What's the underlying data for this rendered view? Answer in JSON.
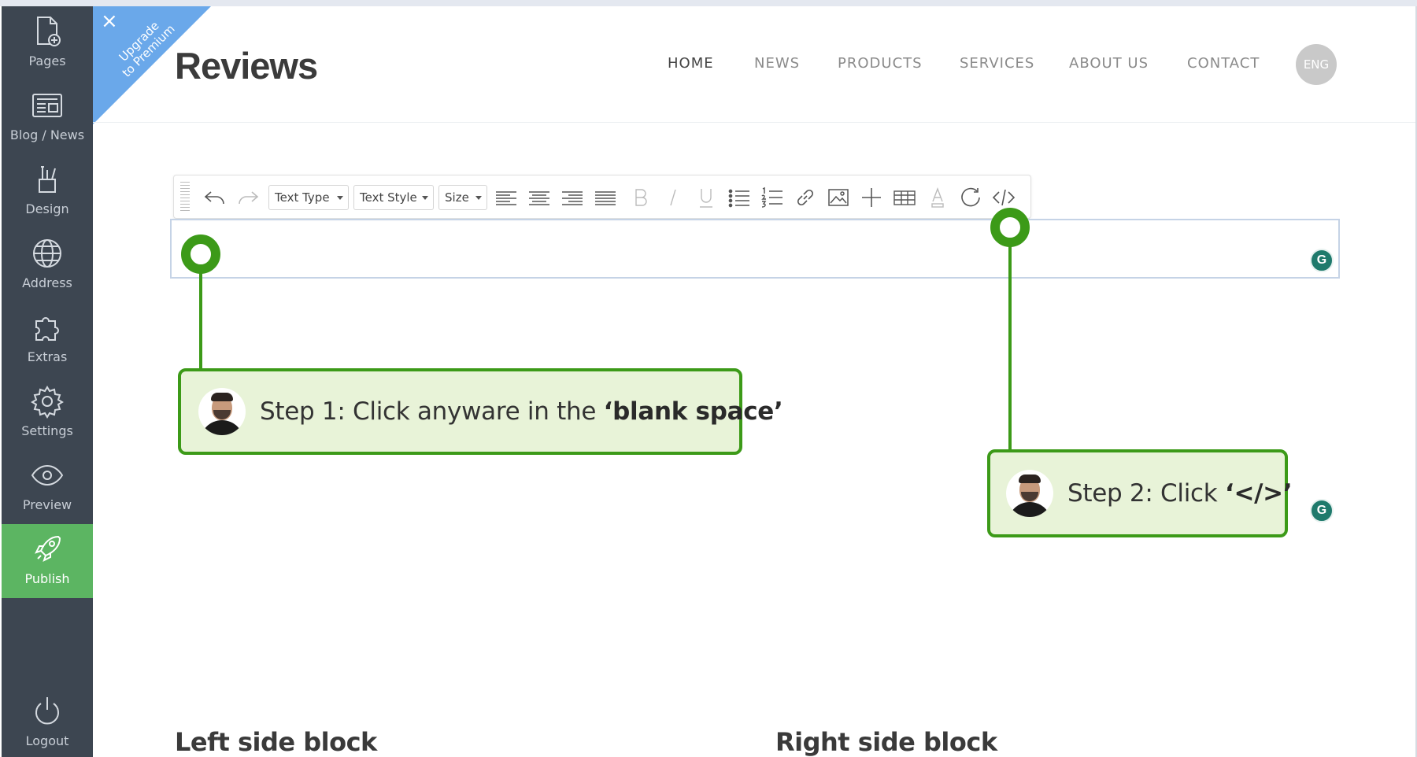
{
  "sidebar": {
    "items": [
      {
        "label": "Pages",
        "icon": "page-add-icon"
      },
      {
        "label": "Blog / News",
        "icon": "newspaper-icon"
      },
      {
        "label": "Design",
        "icon": "brush-icon"
      },
      {
        "label": "Address",
        "icon": "globe-icon"
      },
      {
        "label": "Extras",
        "icon": "puzzle-icon"
      },
      {
        "label": "Settings",
        "icon": "gear-icon"
      },
      {
        "label": "Preview",
        "icon": "eye-icon"
      },
      {
        "label": "Publish",
        "icon": "rocket-icon"
      }
    ],
    "logout": {
      "label": "Logout",
      "icon": "power-icon"
    }
  },
  "ribbon": {
    "line1": "Upgrade",
    "line2": "to Premium",
    "close": "×"
  },
  "page": {
    "title": "Reviews"
  },
  "nav": {
    "items": [
      "HOME",
      "NEWS",
      "PRODUCTS",
      "SERVICES",
      "ABOUT US",
      "CONTACT"
    ],
    "lang": "ENG"
  },
  "toolbar": {
    "text_type": "Text Type",
    "text_style": "Text Style",
    "size": "Size"
  },
  "callouts": {
    "step1_prefix": "Step 1: Click anyware in the ",
    "step1_bold": "‘blank space’",
    "step2_prefix": "Step 2: Click ",
    "step2_bold": "‘</>’"
  },
  "blocks": {
    "left": "Left side block",
    "right": "Right side block"
  },
  "colors": {
    "sidebar_bg": "#3d4651",
    "publish_bg": "#5cb562",
    "ribbon": "#6aa8ea",
    "callout_border": "#3c9a18",
    "callout_bg": "#e8f3d8"
  }
}
